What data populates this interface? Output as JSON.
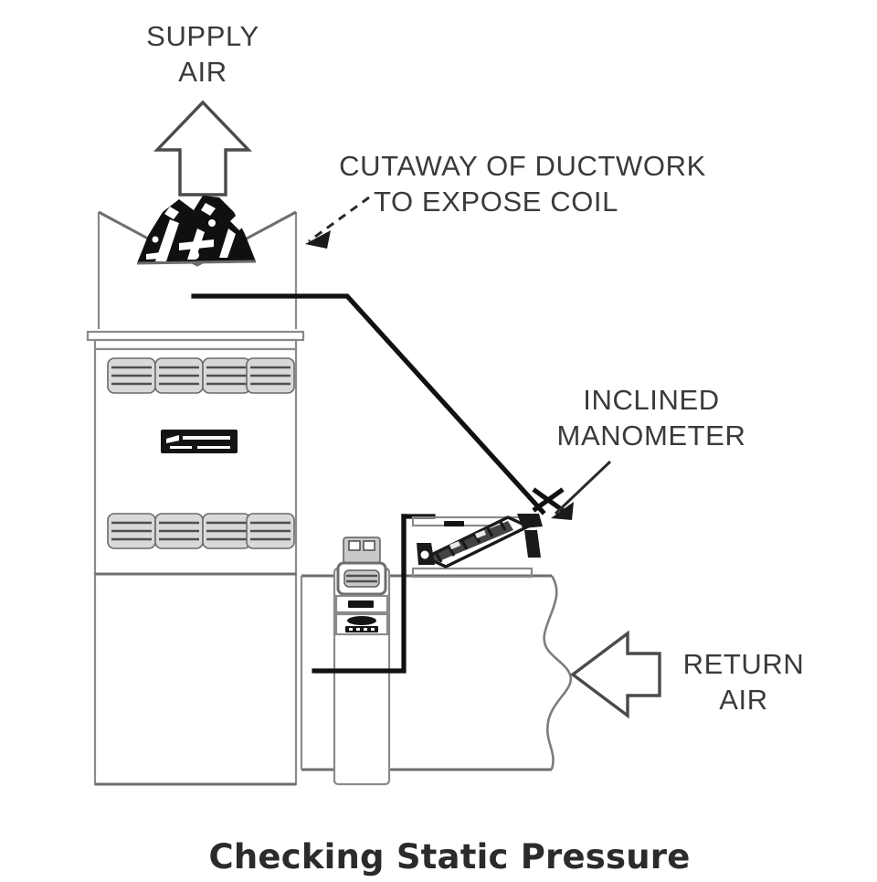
{
  "figure": {
    "title": "Checking Static Pressure",
    "background_color": "#ffffff",
    "line_color": "#111111",
    "text_color": "#3a3a3a",
    "labels": {
      "supply_air_line1": "SUPPLY",
      "supply_air_line2": "AIR",
      "cutaway_line1": "CUTAWAY OF DUCTWORK",
      "cutaway_line2": "TO EXPOSE COIL",
      "manometer_line1": "INCLINED",
      "manometer_line2": "MANOMETER",
      "return_air_line1": "RETURN",
      "return_air_line2": "AIR"
    },
    "components": [
      {
        "name": "supply-air-arrow",
        "type": "hollow-arrow",
        "direction": "up"
      },
      {
        "name": "supply-plenum-cutaway",
        "type": "duct-cutaway"
      },
      {
        "name": "evaporator-coil",
        "type": "a-coil"
      },
      {
        "name": "furnace-cabinet",
        "type": "cabinet"
      },
      {
        "name": "furnace-louver-vents-top",
        "type": "louver-row",
        "count": 4
      },
      {
        "name": "furnace-louver-vents-bottom",
        "type": "louver-row",
        "count": 4
      },
      {
        "name": "furnace-nameplate",
        "type": "plate"
      },
      {
        "name": "inclined-manometer",
        "type": "instrument"
      },
      {
        "name": "static-pressure-probe",
        "type": "probe"
      },
      {
        "name": "manometer-hose-supply",
        "type": "hose"
      },
      {
        "name": "manometer-hose-return",
        "type": "hose"
      },
      {
        "name": "return-air-plenum",
        "type": "duct"
      },
      {
        "name": "return-air-arrow",
        "type": "hollow-arrow",
        "direction": "left"
      },
      {
        "name": "break-line",
        "type": "wavy-break"
      }
    ],
    "louver_counts": {
      "top_row": 4,
      "bottom_row": 4
    }
  }
}
